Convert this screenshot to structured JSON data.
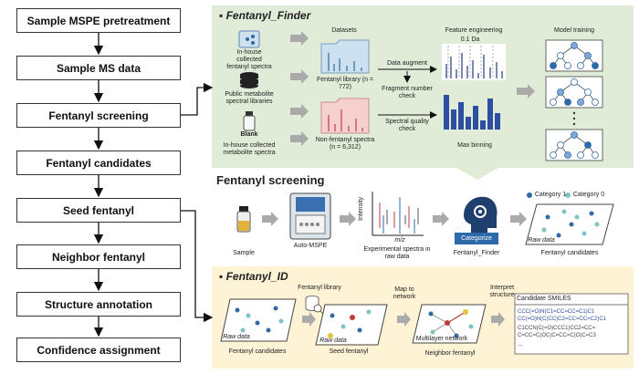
{
  "workflow_steps": [
    "Sample MSPE pretreatment",
    "Sample MS data",
    "Fentanyl screening",
    "Fentanyl candidates",
    "Seed fentanyl",
    "Neighbor fentanyl",
    "Structure annotation",
    "Confidence assignment"
  ],
  "finder": {
    "title": "Fentanyl_Finder",
    "sources": [
      "In-house collected fentanyl spectra",
      "Public metabolite spectral libraries",
      "Blank",
      "In-house collected metabolite spectra"
    ],
    "datasets_label": "Datasets",
    "fentanyl_library": "Fentanyl library (n = 772)",
    "non_fentanyl": "Non-fentanyl spectra (n = 6,312)",
    "data_augment": "Data augment",
    "fragment_check": "Fragment number check",
    "spectral_check": "Spectral quality check",
    "feature_eng": "Feature engineering",
    "bin_width": "0.1 Da",
    "max_binning": "Max binning",
    "model_training": "Model training"
  },
  "screening": {
    "title": "Fentanyl screening",
    "sample": "Sample",
    "auto_mspe": "Auto-MSPE",
    "intensity": "Intensity",
    "mz": "m/z",
    "exp_spectra": "Experimental spectra in raw data",
    "finder_label": "Fentanyl_Finder",
    "categorize": "Categorize",
    "category1": "Category 1",
    "category0": "Category 0",
    "raw_data": "Raw data",
    "candidates": "Fentanyl candidates"
  },
  "id_panel": {
    "title": "Fentanyl_ID",
    "raw_data": "Raw data",
    "candidates": "Fentanyl candidates",
    "fentanyl_library": "Fentanyl library",
    "seed": "Seed fentanyl",
    "map_to_network": "Map to network",
    "multilayer": "Multilayer network",
    "neighbor": "Neighbor fentanyl",
    "interpret": "Interpret structure",
    "smiles_header": "Candidate SMILES",
    "smiles": [
      "CCC(=O)N(C1=CC=CC=C1)C1",
      "CC(=O)N(C(CC)C2=CC=CC=C2)C1",
      "C1CCN(C(=O)CCC1)CC2=CC=",
      "C=CC=C(OC)C=CC=C(O)C=C3",
      "..."
    ]
  },
  "colors": {
    "green_bg": "#e0ecd7",
    "orange_bg": "#fff3d6",
    "blue": "#2e6aa8",
    "arrow": "#aaaaaa"
  }
}
